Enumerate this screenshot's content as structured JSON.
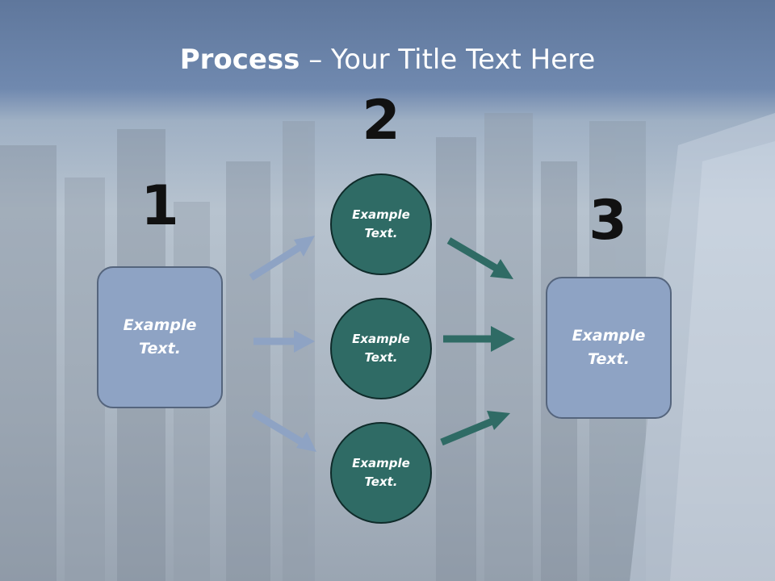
{
  "title": {
    "bold": "Process",
    "rest": " – Your Title Text Here"
  },
  "steps": [
    {
      "number": "1"
    },
    {
      "number": "2"
    },
    {
      "number": "3"
    }
  ],
  "left_box": {
    "text": "Example\nText."
  },
  "right_box": {
    "text": "Example\nText."
  },
  "circles": [
    {
      "text": "Example\nText."
    },
    {
      "text": "Example\nText."
    },
    {
      "text": "Example\nText."
    }
  ],
  "colors": {
    "box_fill": "#8ea3c4",
    "circle_fill": "#2f6b65",
    "arrow_light": "#8ea3c4",
    "arrow_dark": "#2f6b65"
  }
}
